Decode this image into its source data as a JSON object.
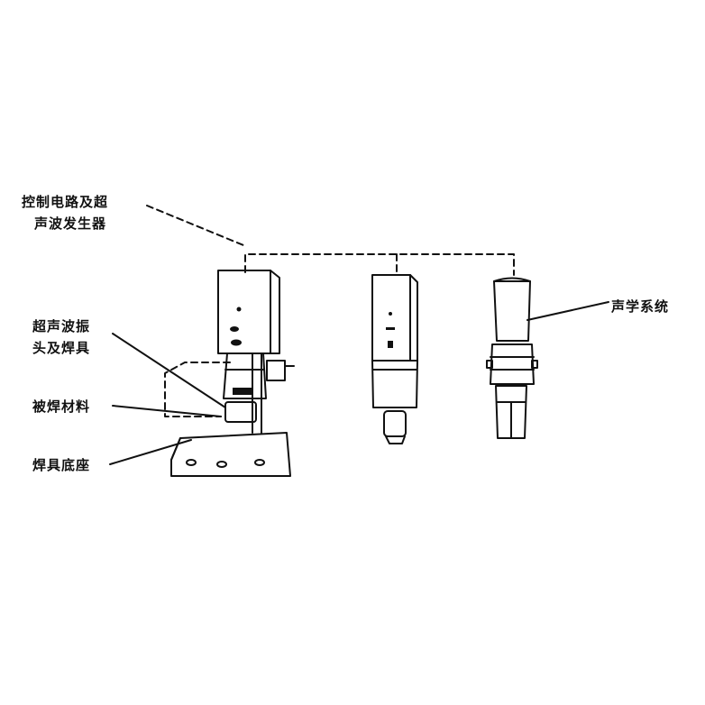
{
  "labels": {
    "control_line1": "控制电路及超",
    "control_line2": "声波发生器",
    "horn_line1": "超声波振",
    "horn_line2": "头及焊具",
    "material": "被焊材料",
    "base": "焊具底座",
    "acoustic": "声学系统"
  },
  "colors": {
    "ink": "#111111",
    "background": "#ffffff"
  }
}
